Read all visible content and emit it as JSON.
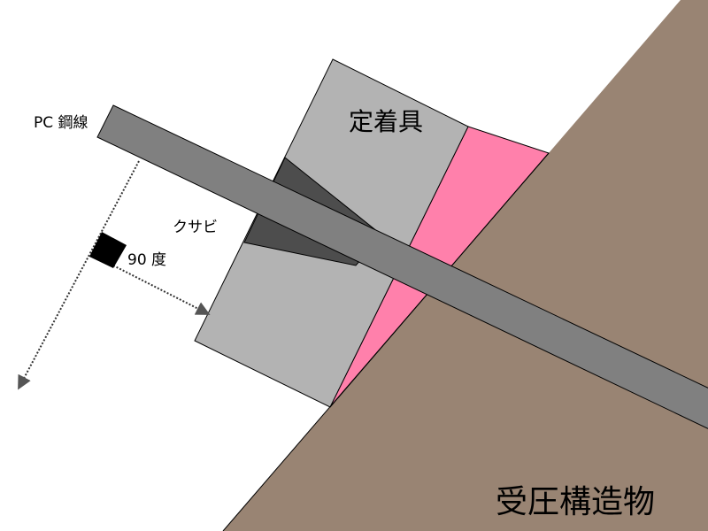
{
  "labels": {
    "cable": "PC 鋼線",
    "wedge": "クサビ",
    "angle": "90 度",
    "anchor": "定着具",
    "structure": "受圧構造物"
  },
  "colors": {
    "ground": "#998473",
    "anchor": "#b3b3b3",
    "bearing_plate": "#ff80ab",
    "wedge": "#4d4d4d",
    "cable": "#808080"
  }
}
